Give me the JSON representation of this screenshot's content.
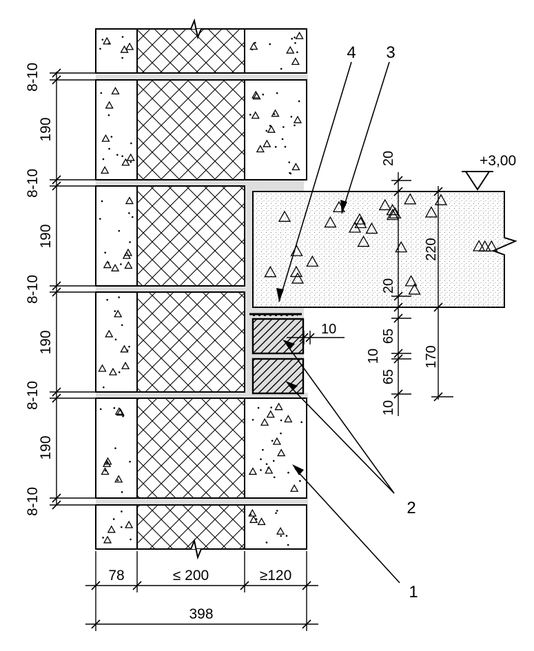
{
  "level_mark": "+3,00",
  "callouts": {
    "c1": "1",
    "c2": "2",
    "c3": "3",
    "c4": "4"
  },
  "dims": {
    "joint": "8-10",
    "course": "190",
    "slab_thickness": "220",
    "screed_top": "20",
    "screed_bottom": "20",
    "lintel": "65",
    "lintel_gap": "10",
    "lintel_gap_bottom": "10",
    "lintel_total": "170",
    "side_gap": "10",
    "outer_layer": "78",
    "core_layer": "≤ 200",
    "inner_layer": "≥120",
    "total_width": "398"
  },
  "colors": {
    "line": "#000000",
    "mortar_fill": "#dedede"
  }
}
